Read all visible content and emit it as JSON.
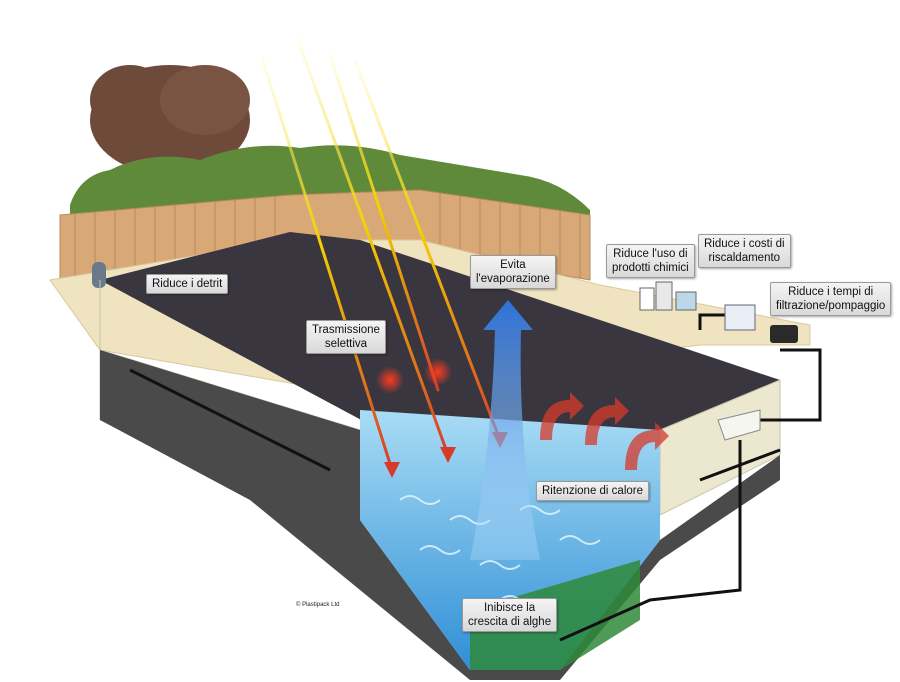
{
  "labels": {
    "riduce_detriti": "Riduce i detrit",
    "trasmissione": [
      "Trasmissione",
      "selettiva"
    ],
    "evita": [
      "Evita",
      "l'evaporazione"
    ],
    "prodotti": [
      "Riduce l'uso di",
      "prodotti chimici"
    ],
    "costi": [
      "Riduce i costi di",
      "riscaldamento"
    ],
    "filtrazione": [
      "Riduce i tempi di",
      "filtrazione/pompaggio"
    ],
    "ritenzione": "Ritenzione di calore",
    "alghe": [
      "Inibisce la",
      "crescita di alghe"
    ]
  },
  "copyright": "© Plastipack Ltd",
  "colors": {
    "cover": "#3a3640",
    "water": "#7cc8ee",
    "deep_water": "#2f8fd6",
    "fence": "#d8a877",
    "hedge": "#5f8a3a",
    "tree": "#6e4a3a",
    "pool_wall": "#ece7cf",
    "soil": "#4a4a4a",
    "grass_bottom": "#2f8a3a",
    "sun_ray": "#f2d200",
    "heat_arrow": "#d63a2a",
    "vapor_arrow": "#2f72d8"
  }
}
